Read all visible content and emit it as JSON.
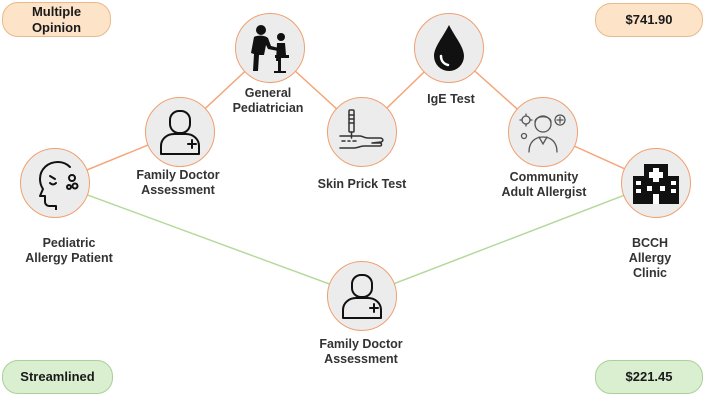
{
  "pathways": {
    "top_label": "Multiple\nOpinion",
    "top_cost": "$741.90",
    "bottom_label": "Streamlined",
    "bottom_cost": "$221.45"
  },
  "nodes": {
    "patient": "Pediatric\nAllergy Patient",
    "family_doctor_top": "Family Doctor\nAssessment",
    "general_pediatrician": "General\nPediatrician",
    "skin_prick": "Skin Prick Test",
    "ige_test": "IgE Test",
    "community_allergist": "Community\nAdult Allergist",
    "bcch_clinic": "BCCH Allergy\nClinic",
    "family_doctor_bottom": "Family Doctor\nAssessment"
  },
  "colors": {
    "top_path": "#f4a67a",
    "bottom_path": "#b5d99c",
    "node_border": "#f0a070",
    "node_fill": "#ececec"
  },
  "icons": {
    "patient": "sneezing-face-icon",
    "family_doctor": "doctor-icon",
    "general_pediatrician": "pediatrician-child-icon",
    "skin_prick": "skin-prick-arm-icon",
    "ige_test": "blood-drop-icon",
    "community_allergist": "allergist-icon",
    "bcch_clinic": "hospital-building-icon"
  }
}
